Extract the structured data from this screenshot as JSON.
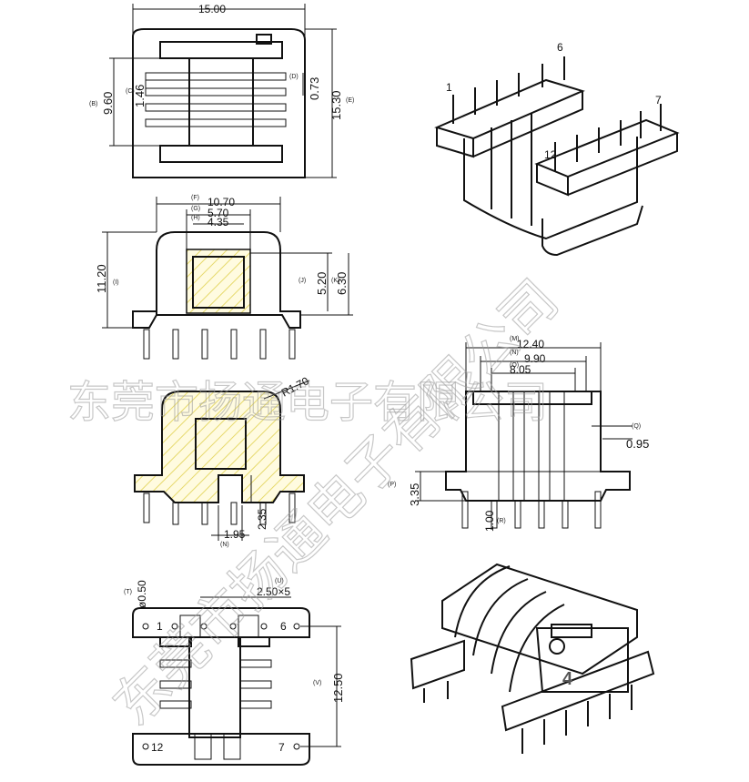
{
  "top_view": {
    "dims": {
      "width": "15.00",
      "height": "15.30",
      "inner": "9.60",
      "slot": "1.46",
      "gap": "0.73"
    },
    "tags": {
      "B": "(B)",
      "C": "(C)",
      "D": "(D)",
      "E": "(E)"
    }
  },
  "front_view": {
    "dims": {
      "F": "10.70",
      "G": "5.70",
      "H": "4.35",
      "height": "11.20",
      "J": "5.20",
      "K": "6.30"
    },
    "tags": {
      "F": "(F)",
      "G": "(G)",
      "H": "(H)",
      "I": "(I)",
      "J": "(J)",
      "K": "(K)"
    }
  },
  "section_view": {
    "dims": {
      "radius": "R1.70",
      "slot_w": "1.95",
      "slot_h": "2.35"
    },
    "tags": {
      "N": "(N)"
    }
  },
  "side_view": {
    "dims": {
      "M": "12.40",
      "N": "9.90",
      "O": "8.05",
      "Q": "0.95",
      "P": "3.35",
      "R": "1.00"
    },
    "tags": {
      "M": "(M)",
      "N": "(N)",
      "O": "(O)",
      "Q": "(Q)",
      "P": "(P)",
      "R": "(R)"
    }
  },
  "bottom_view": {
    "dims": {
      "pin_dia": "ø0.50",
      "pitch": "2.50×5",
      "span": "12.50"
    },
    "tags": {
      "T": "(T)",
      "U": "(U)",
      "V": "(V)"
    },
    "pins": {
      "p1": "1",
      "p6": "6",
      "p12": "12",
      "p7": "7"
    }
  },
  "iso_top": {
    "pins": {
      "p1": "1",
      "p6": "6",
      "p7": "7",
      "p12": "12"
    }
  },
  "iso_bottom": {
    "label": "4"
  },
  "watermark": {
    "text": "东莞市扬通电子有限公司"
  },
  "colors": {
    "line": "#111111",
    "hatch": "#e6d96b",
    "watermark": "#9a9a9a"
  }
}
